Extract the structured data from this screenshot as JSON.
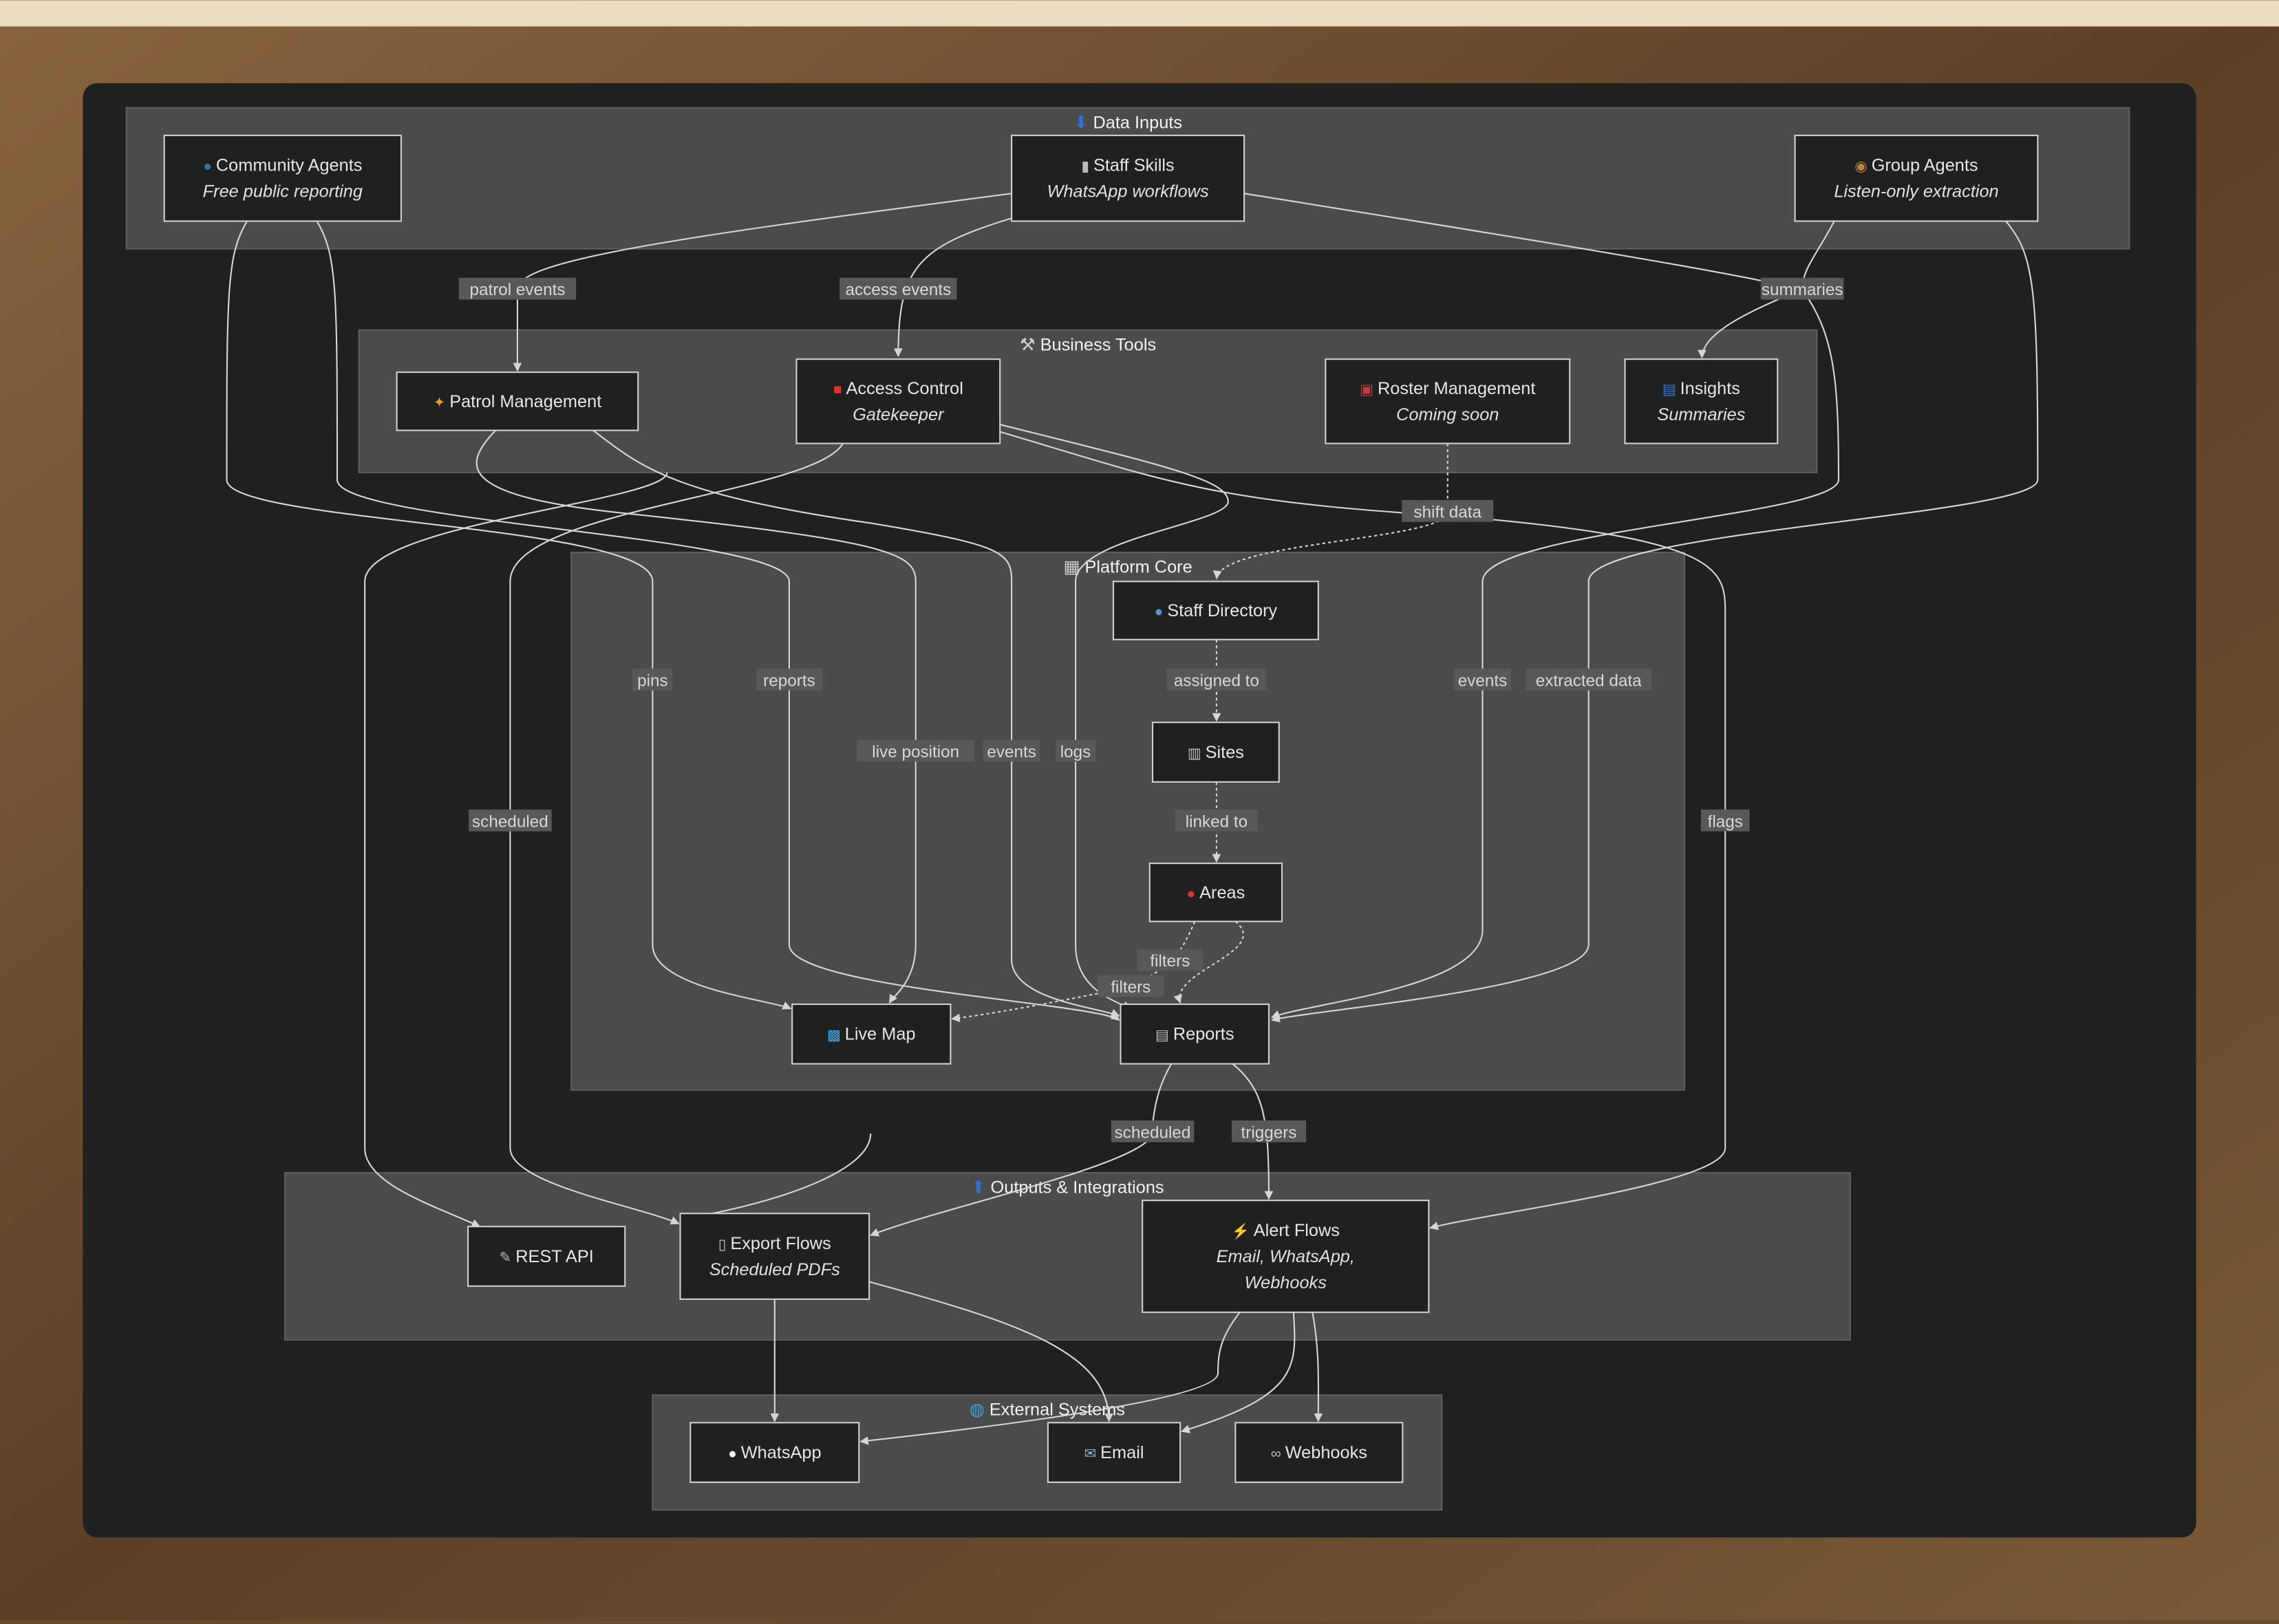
{
  "colors": {
    "frame": "#6b4a2c",
    "panel": "#1f2020",
    "cluster": "#4a4b4b",
    "node": "#1f2020",
    "node_border": "#cfcfcf",
    "edge": "#d6d6d6",
    "label_bg": "#585858"
  },
  "clusters": {
    "inputs": {
      "icon": "inbox-tray-icon",
      "title": "Data Inputs"
    },
    "tools": {
      "icon": "hammer-wrench-icon",
      "title": "Business Tools"
    },
    "core": {
      "icon": "control-knobs-icon",
      "title": "Platform Core"
    },
    "outputs": {
      "icon": "outbox-tray-icon",
      "title": "Outputs & Integrations"
    },
    "external": {
      "icon": "globe-icon",
      "title": "External Systems"
    }
  },
  "nodes": {
    "community": {
      "icon": "speech-head-icon",
      "title": "Community Agents",
      "sub": "Free public reporting"
    },
    "staff": {
      "icon": "mobile-phone-icon",
      "title": "Staff Skills",
      "sub": "WhatsApp workflows"
    },
    "group": {
      "icon": "eye-icon",
      "title": "Group Agents",
      "sub": "Listen-only extraction"
    },
    "patrol": {
      "icon": "walking-person-icon",
      "title": "Patrol Management"
    },
    "access": {
      "icon": "car-icon",
      "title": "Access Control",
      "sub": "Gatekeeper"
    },
    "roster": {
      "icon": "calendar-icon",
      "title": "Roster Management",
      "sub": "Coming soon"
    },
    "insights": {
      "icon": "bar-chart-icon",
      "title": "Insights",
      "sub": "Summaries"
    },
    "directory": {
      "icon": "people-icon",
      "title": "Staff Directory"
    },
    "sites": {
      "icon": "office-building-icon",
      "title": "Sites"
    },
    "areas": {
      "icon": "pin-icon",
      "title": "Areas"
    },
    "livemap": {
      "icon": "map-icon",
      "title": "Live Map"
    },
    "reports": {
      "icon": "clipboard-icon",
      "title": "Reports"
    },
    "restapi": {
      "icon": "plug-icon",
      "title": "REST API"
    },
    "export": {
      "icon": "document-icon",
      "title": "Export Flows",
      "sub": "Scheduled PDFs"
    },
    "alert": {
      "icon": "lightning-icon",
      "title": "Alert Flows",
      "sub": "Email, WhatsApp,",
      "sub2": "Webhooks"
    },
    "whatsapp": {
      "icon": "speech-bubble-icon",
      "title": "WhatsApp"
    },
    "email": {
      "icon": "envelope-icon",
      "title": "Email"
    },
    "webhooks": {
      "icon": "link-icon",
      "title": "Webhooks"
    }
  },
  "edges": [
    {
      "id": "e1",
      "from": "staff",
      "to": "patrol",
      "label": "patrol events"
    },
    {
      "id": "e2",
      "from": "staff",
      "to": "access",
      "label": "access events"
    },
    {
      "id": "e3",
      "from": "group",
      "to": "insights",
      "label": "summaries"
    },
    {
      "id": "e4",
      "from": "staff",
      "to": "reports",
      "label": "events"
    },
    {
      "id": "e5",
      "from": "group",
      "to": "reports",
      "label": "extracted data"
    },
    {
      "id": "e6",
      "from": "community",
      "to": "livemap",
      "label": "pins"
    },
    {
      "id": "e7",
      "from": "community",
      "to": "reports",
      "label": "reports"
    },
    {
      "id": "e8",
      "from": "patrol",
      "to": "livemap",
      "label": "live position"
    },
    {
      "id": "e9",
      "from": "patrol",
      "to": "reports",
      "label": "events"
    },
    {
      "id": "e10",
      "from": "patrol",
      "to": "restapi",
      "label": ""
    },
    {
      "id": "e11",
      "from": "access",
      "to": "export",
      "label": "scheduled"
    },
    {
      "id": "e12",
      "from": "access",
      "to": "reports",
      "label": "logs"
    },
    {
      "id": "e13",
      "from": "access",
      "to": "alert",
      "label": "flags"
    },
    {
      "id": "e14",
      "from": "roster",
      "to": "directory",
      "label": "shift data"
    },
    {
      "id": "e15",
      "from": "directory",
      "to": "sites",
      "label": "assigned to"
    },
    {
      "id": "e16",
      "from": "sites",
      "to": "areas",
      "label": "linked to"
    },
    {
      "id": "e17",
      "from": "areas",
      "to": "livemap",
      "label": "filters"
    },
    {
      "id": "e18",
      "from": "areas",
      "to": "reports",
      "label": "filters"
    },
    {
      "id": "e19",
      "from": "reports",
      "to": "export",
      "label": "scheduled"
    },
    {
      "id": "e20",
      "from": "reports",
      "to": "alert",
      "label": "triggers"
    },
    {
      "id": "e21",
      "from": "livemap",
      "to": "export",
      "label": ""
    },
    {
      "id": "e22",
      "from": "export",
      "to": "whatsapp",
      "label": ""
    },
    {
      "id": "e23",
      "from": "export",
      "to": "email",
      "label": ""
    },
    {
      "id": "e24",
      "from": "alert",
      "to": "whatsapp",
      "label": ""
    },
    {
      "id": "e25",
      "from": "alert",
      "to": "email",
      "label": ""
    },
    {
      "id": "e26",
      "from": "alert",
      "to": "webhooks",
      "label": ""
    }
  ]
}
